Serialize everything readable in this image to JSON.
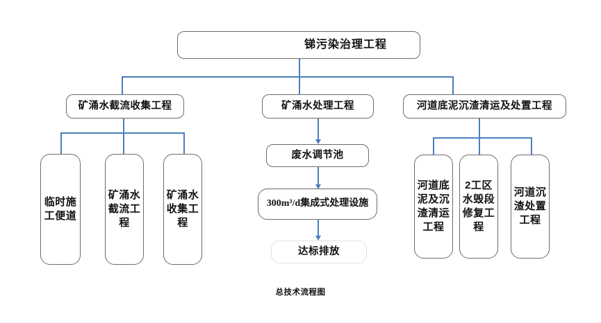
{
  "diagram": {
    "caption": "总技术流程图",
    "accent_color": "#4a7ebb",
    "border_color": "#6b6b6b",
    "root": {
      "label": "锑污染治理工程"
    },
    "level2": [
      {
        "id": "collection",
        "label": "矿涌水截流收集工程"
      },
      {
        "id": "treatment",
        "label": "矿涌水处理工程"
      },
      {
        "id": "river",
        "label": "河道底泥沉渣清运及处置工程"
      }
    ],
    "collection_children": [
      {
        "label": "临时施工便道"
      },
      {
        "label": "矿涌水截流工程"
      },
      {
        "label": "矿涌水收集工程"
      }
    ],
    "treatment_chain": [
      {
        "label": "废水调节池"
      },
      {
        "label": "300m³/d集成式处理设施"
      },
      {
        "label": "达标排放"
      }
    ],
    "river_children": [
      {
        "label": "河道底泥及沉渣清运工程"
      },
      {
        "label": "2工区水毁段修复工程"
      },
      {
        "label": "河道沉渣处置工程"
      }
    ]
  }
}
